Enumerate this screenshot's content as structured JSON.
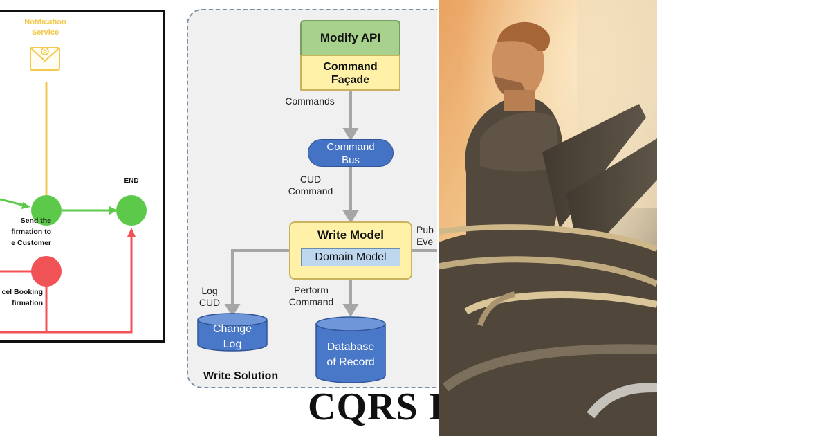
{
  "left_flow": {
    "notification_service": "Notification\nService",
    "end_label": "END",
    "send_confirmation": "Send the\nfirmation to\ne Customer",
    "cancel_booking": "cel Booking\nfirmation"
  },
  "write_solution": {
    "modify_api": "Modify API",
    "command_facade": "Command\nFaçade",
    "commands_label": "Commands",
    "command_bus": "Command\nBus",
    "cud_command_label": "CUD\nCommand",
    "write_model": "Write Model",
    "domain_model": "Domain Model",
    "publish_events_label": "Pub\nEve",
    "log_cud_label": "Log\nCUD",
    "perform_command_label": "Perform\nCommand",
    "change_log": "Change\nLog",
    "database_of_record": "Database\nof Record",
    "title": "Write Solution"
  },
  "caption": "CQRS I",
  "colors": {
    "green": "#5cc94a",
    "red": "#f05256",
    "yellow": "#f2c94c",
    "command_blue": "#4472c4",
    "cylinder_blue": "#4a78c8"
  },
  "icons": [
    "mail-icon"
  ]
}
